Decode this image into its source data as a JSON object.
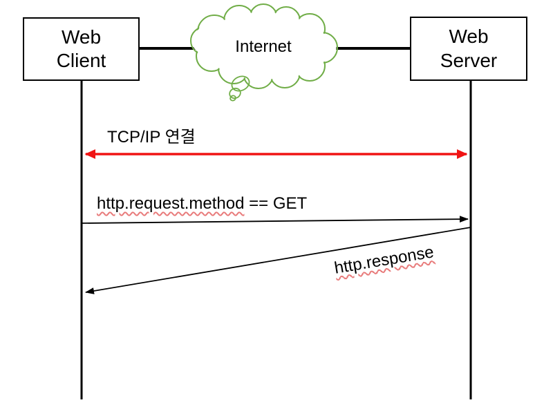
{
  "canvas": {
    "background": "#ffffff"
  },
  "colors": {
    "cloud_green": "#70ad47",
    "arrow_red": "#f01414",
    "squiggle_red": "#e87b7b",
    "ink": "#000000"
  },
  "nodes": {
    "web_client": {
      "line1": "Web",
      "line2": "Client"
    },
    "internet": {
      "label": "Internet"
    },
    "web_server": {
      "line1": "Web",
      "line2": "Server"
    }
  },
  "messages": {
    "tcp_connection": {
      "label": "TCP/IP 연결",
      "direction": "bidirectional"
    },
    "http_request": {
      "label_underlined": "http.request.method",
      "label_plain": " == GET",
      "direction": "client-to-server"
    },
    "http_response": {
      "label": "http.response",
      "direction": "server-to-client"
    }
  }
}
